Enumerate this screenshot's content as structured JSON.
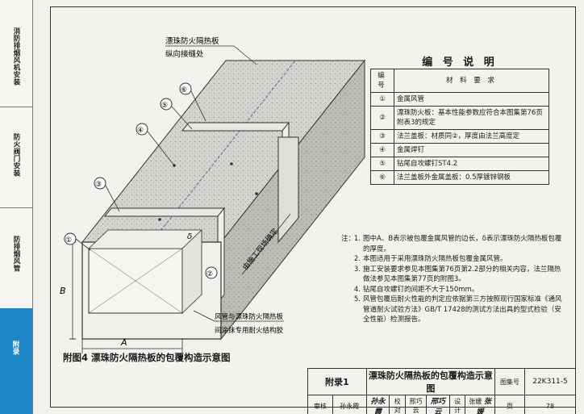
{
  "sidebar": {
    "sections": [
      {
        "label": "消防排烟风机安装"
      },
      {
        "label": "防火阀门安装"
      },
      {
        "label": "防排烟风管"
      },
      {
        "label": "附录"
      }
    ]
  },
  "drawing": {
    "callouts": [
      "①",
      "②",
      "③",
      "④",
      "⑤",
      "⑥"
    ],
    "label_seam_line1": "漂珠防火隔热板",
    "label_seam_line2": "纵向接缝处",
    "label_direction": "由施工现场确定",
    "label_glue_line1": "风管与漂珠防火隔热板",
    "label_glue_line2": "间涂抹专用耐火结构胶",
    "dim_a": "A",
    "dim_b": "B",
    "dim_delta": "δ"
  },
  "legend": {
    "title": "编 号 说 明",
    "col_num": "编号",
    "col_desc": "材 料 要 求",
    "rows": [
      {
        "num": "①",
        "desc": "金属风管"
      },
      {
        "num": "②",
        "desc": "漂珠防火板：基本性能参数应符合本图集第76页附表3的规定"
      },
      {
        "num": "③",
        "desc": "法兰盖板：材质同②，厚度由法兰高度定"
      },
      {
        "num": "④",
        "desc": "金属焊钉"
      },
      {
        "num": "⑤",
        "desc": "钻尾自攻螺钉ST4.2"
      },
      {
        "num": "⑥",
        "desc": "法兰盖板外金属盖板：0.5厚镀锌钢板"
      }
    ]
  },
  "notes": {
    "lead": "注：",
    "items": [
      {
        "n": "1.",
        "text": "图中A、B表示被包覆金属风管的边长，δ表示漂珠防火隔热板包覆的厚度。"
      },
      {
        "n": "2.",
        "text": "本图适用于采用漂珠防火隔热板包覆金属风管。"
      },
      {
        "n": "3.",
        "text": "施工安装要求参见本图集第76页第2.2部分的相关内容，法兰隔热做法参见本图集第77页的附图3。"
      },
      {
        "n": "4.",
        "text": "钻尾自攻螺钉的间距不大于150mm。"
      },
      {
        "n": "5.",
        "text": "风管包覆后耐火性能的判定应依据第三方按照现行国家标准《通风管道耐火试验方法》GB/T 17428的测试方法出具的型式检验（安全性能）检测报告。"
      }
    ]
  },
  "caption": "附图4  漂珠防火隔热板的包覆构造示意图",
  "titleblock": {
    "section": "附录1",
    "title": "漂珠防火隔热板的包覆构造示意图",
    "atlas_label": "图集号",
    "atlas_no": "22K311-5",
    "review_label": "审核",
    "reviewer": "孙永霞",
    "reviewer_sig": "孙永霞",
    "check_label": "校对",
    "checker": "邢巧云",
    "checker_sig": "邢巧云",
    "design_label": "设计",
    "designer": "张媛",
    "designer_sig": "张媛",
    "page_label": "页",
    "page_no": "78"
  }
}
